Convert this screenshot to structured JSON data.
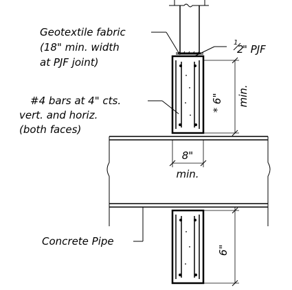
{
  "labels": {
    "geotextile_1": "Geotextile fabric",
    "geotextile_2": "(18\" min. width",
    "geotextile_3": "at PJF joint)",
    "pjf_sup": "1",
    "pjf_sub": "2",
    "pjf_text": "\" PJF",
    "bars_1": "#4 bars at 4\" cts.",
    "bars_2": "vert. and horiz.",
    "bars_3": "(both faces)",
    "dim_6_top": "* 6\"",
    "dim_min_top": "min.",
    "dim_8": "8\"",
    "dim_8_min": "min.",
    "concrete_pipe": "Concrete Pipe",
    "dim_6_bottom": "6\""
  }
}
